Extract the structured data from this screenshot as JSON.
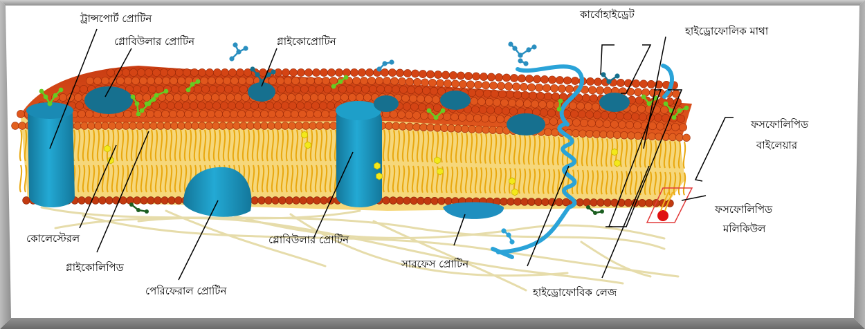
{
  "labels": {
    "transport_protein": "ট্রান্সপোর্ট প্রোটিন",
    "globular_protein_top": "গ্লোবিউলার প্রোটিন",
    "glycoprotein": "গ্লাইকোপ্রোটিন",
    "carbohydrate": "কার্বোহাইড্রেট",
    "hydrophilic_head": "হাইড্রোফোলিক  মাথা",
    "phospholipid_bilayer_line1": "ফসফোলিপিড",
    "phospholipid_bilayer_line2": "বাইলেয়ার",
    "phospholipid_molecule_line1": "ফসফোলিপিড",
    "phospholipid_molecule_line2": "মলিকিউল",
    "cholesterol": "কোলেস্টেরল",
    "glycolipid": "গ্লাইকোলিপিড",
    "peripheral_protein": "পেরিফেরাল প্রোটিন",
    "globular_protein_bottom": "গ্লোবিউলার প্রোটিন",
    "surface_protein": "সারফেস প্রোটিন",
    "hydrophobic_tail": "হাইড্রোফোবিক  লেজ"
  },
  "colors": {
    "head_top": "#d84a18",
    "head_bottom": "#c23a10",
    "tail": "#f2b21e",
    "protein": "#1e9fc9",
    "protein_dark": "#16728f",
    "glyco_green": "#66cc22",
    "cholesterol": "#f4e81a",
    "filament": "#efe6b8",
    "helix": "#2aa3d8",
    "frame_gray": "#9a9a9a"
  }
}
